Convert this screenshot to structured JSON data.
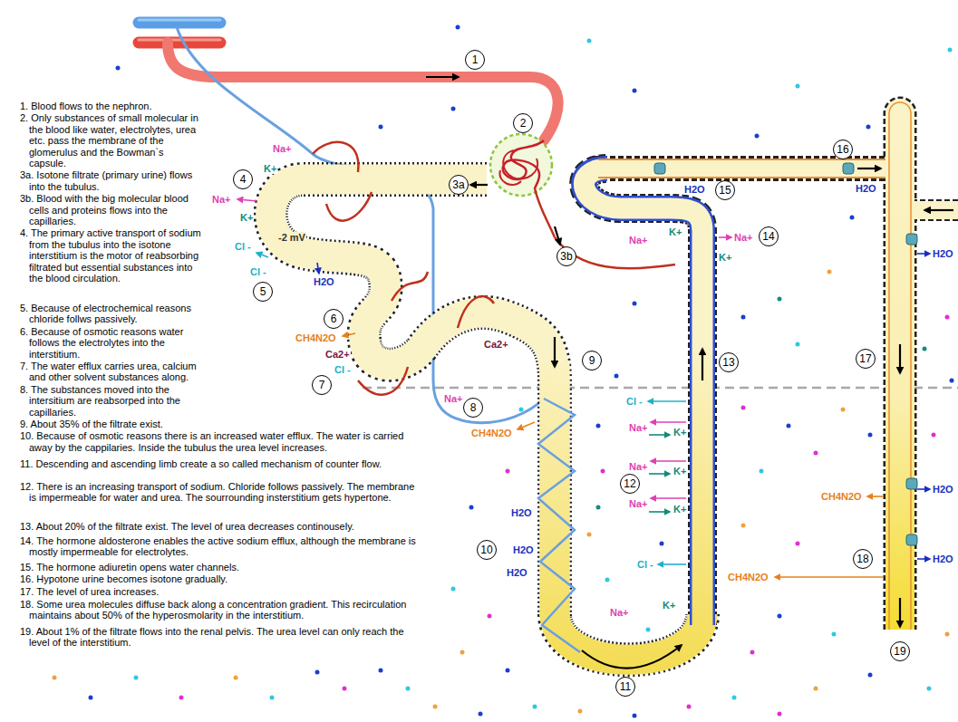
{
  "diagram": {
    "labels": [
      "1. Blood flows to the nephron.",
      "2. Only substances of small molecular in the blood like water, electrolytes, urea etc. pass the membrane of the glomerulus and the Bowman`s capsule.",
      "3a. Isotone filtrate (primary urine) flows into the tubulus.",
      "3b. Blood with the big molecular blood cells and proteins flows into the capillaries.",
      "4. The primary active transport of sodium from the tubulus into the isotone interstitium is the motor of reabsorbing filtrated but essential substances into the blood circulation.",
      "5. Because of electrochemical reasons chloride follws passively.",
      "6. Because of osmotic reasons water follows the electrolytes into the interstitium.",
      "7. The water efflux carries urea, calcium and other solvent substances along.",
      "8. The substances moved into the intersitium are reabsorped into the capillaries.",
      "9. About 35% of the filtrate exist.",
      "10. Because of osmotic reasons there is an increased water efflux. The water is carried away by the cappilaries. Inside the tubulus the urea level increases.",
      "11. Descending and ascending limb create a so called mechanism of counter flow.",
      "12. There is an increasing transport of sodium. Chloride follows passively. The membrane is impermeable for water and urea. The sourrounding insterstitium gets hypertone.",
      "13. About 20% of the filtrate exist. The level of urea decreases continousely.",
      "14. The hormone aldosterone enables the active sodium efflux, although the membrane is mostly impermeable for electrolytes.",
      "15. The hormone adiuretin opens water channels.",
      "16. Hypotone urine becomes isotone gradually.",
      "17. The level of urea increases.",
      "18. Some urea molecules diffuse back along a concentration gradient. This recirculation maintains about 50% of the hyperosmolarity in the interstitium.",
      "19. About 1% of the filtrate flows into the renal pelvis. The urea level can only reach the level of the interstitium.",
      "1",
      "2",
      "3a",
      "3b",
      "4",
      "5",
      "6",
      "7",
      "8",
      "9",
      "10",
      "11",
      "12",
      "13",
      "14",
      "15",
      "16",
      "17",
      "18",
      "19",
      "Na+",
      "K+",
      "Na+",
      "K+",
      "-2 mV",
      "Cl -",
      "Cl -",
      "H2O",
      "CH4N2O",
      "Ca2+",
      "Cl -",
      "Ca2+",
      "Na+",
      "CH4N2O",
      "H2O",
      "H2O",
      "K+",
      "Na+",
      "K+",
      "Na+",
      "H2O",
      "Cl -",
      "Na+",
      "K+",
      "Na+",
      "K+",
      "Na+",
      "K+",
      "H2O",
      "H2O",
      "Cl -",
      "H2O",
      "CH4N2O",
      "Na+",
      "K+",
      "CH4N2O",
      "H2O",
      "H2O"
    ]
  }
}
